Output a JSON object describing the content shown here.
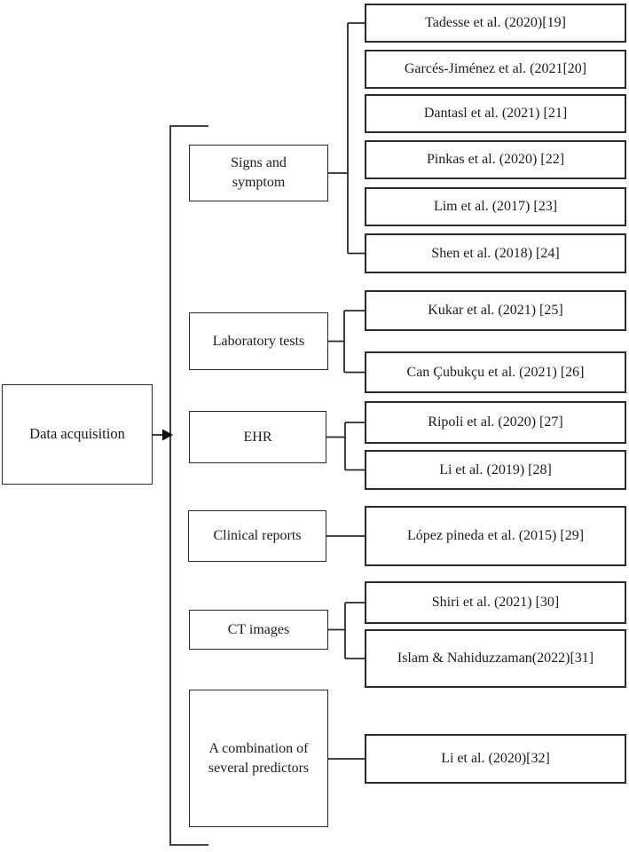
{
  "diagram": {
    "root_label": "Data acquisition",
    "categories": [
      {
        "label": "Signs and symptom",
        "refs": [
          "Tadesse et al. (2020)[19]",
          "Garcés-Jiménez et al. (2021[20]",
          "Dantasl et al. (2021) [21]",
          "Pinkas et al. (2020) [22]",
          "Lim et al. (2017) [23]",
          "Shen et al. (2018) [24]"
        ]
      },
      {
        "label": "Laboratory tests",
        "refs": [
          "Kukar et al. (2021) [25]",
          "Can Çubukçu et al. (2021) [26]"
        ]
      },
      {
        "label": "EHR",
        "refs": [
          "Ripoli et al. (2020) [27]",
          "Li et al. (2019) [28]"
        ]
      },
      {
        "label": "Clinical reports",
        "refs": [
          "López pineda et al. (2015) [29]"
        ]
      },
      {
        "label": "CT images",
        "refs": [
          "Shiri et al. (2021) [30]",
          "Islam & Nahiduzzaman(2022)[31]"
        ]
      },
      {
        "label": "A combination of several predictors",
        "refs": [
          "Li et al. (2020)[32]"
        ]
      }
    ],
    "line_color": "#2a2a2a",
    "background_color": "#ffffff"
  }
}
